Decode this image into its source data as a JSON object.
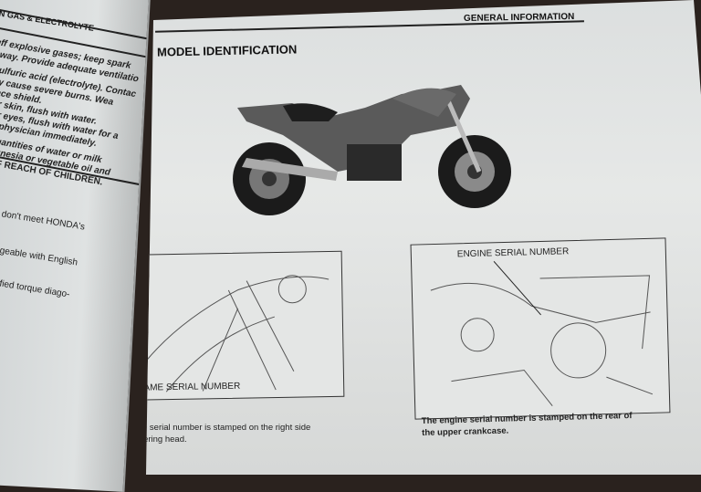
{
  "left_page": {
    "header": "N GAS & ELECTROLYTE",
    "lines": [
      "uff explosive gases; keep spark",
      "away. Provide adequate ventilatio",
      "sulfuric acid (electrolyte). Contac",
      "ay cause severe burns. Wea",
      "face shield.",
      "ur skin, flush with water.",
      "ur eyes, flush with water for a",
      "a physician immediately.",
      "quantities of water or milk",
      "agnesia or vegetable oil and",
      "OF REACH OF CHILDREN."
    ],
    "lines2": [
      "hat don't meet HONDA's",
      "hangeable with English",
      "pecified torque diago-"
    ]
  },
  "right_page": {
    "section_header": "GENERAL INFORMATION",
    "title": "MODEL IDENTIFICATION",
    "frame": {
      "label": "FRAME SERIAL NUMBER",
      "description_1": "The frame serial number is stamped on the right side",
      "description_2": "of the steering head."
    },
    "engine": {
      "label": "ENGINE SERIAL NUMBER",
      "description_1": "The engine serial number is stamped on the rear of",
      "description_2": "the upper crankcase."
    }
  }
}
